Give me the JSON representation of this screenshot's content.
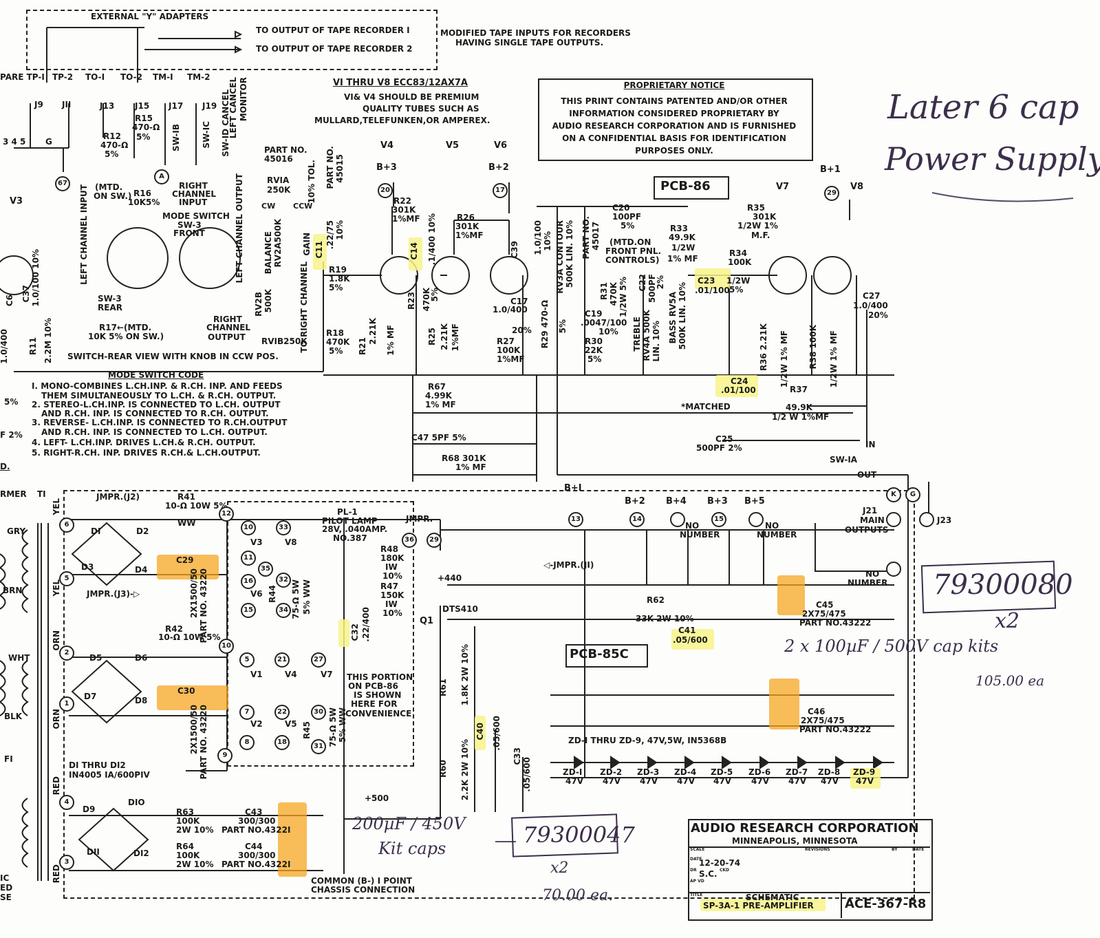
{
  "top": {
    "adapters_title": "EXTERNAL \"Y\" ADAPTERS",
    "out1": "TO OUTPUT OF TAPE RECORDER I",
    "out2": "TO OUTPUT OF TAPE RECORDER 2",
    "modified": "MODIFIED TAPE INPUTS FOR RECORDERS",
    "modified2": "HAVING SINGLE TAPE OUTPUTS."
  },
  "jacks": {
    "spare": "PARE TP-I",
    "tp2": "TP-2",
    "to1": "TO-I",
    "to2": "TO-2",
    "tm1": "TM-I",
    "tm2": "TM-2",
    "cancel": "LEFT CANCEL",
    "monitor": "MONITOR",
    "j9": "J9",
    "j11": "JII",
    "j13": "J13",
    "j15": "J15",
    "j17": "J17",
    "j19": "J19",
    "nums": "3 4 5",
    "g": "G",
    "r12": "R12",
    "r12v": "470-Ω",
    "r12t": "5%",
    "r15": "R15",
    "r15v": "470-Ω",
    "r15t": "5%",
    "sw1b": "SW-IB",
    "sw1c": "SW-IC",
    "sw1d": "SW-ID CANCEL",
    "n67": "67",
    "nA": "A"
  },
  "tubes": {
    "header": "VI THRU V8 ECC83/12AX7A",
    "premium1": "VI& V4 SHOULD BE PREMIUM",
    "premium2": "QUALITY TUBES SUCH AS",
    "premium3": "MULLARD,TELEFUNKEN,OR AMPEREX.",
    "v3": "V3",
    "v4": "V4",
    "v5": "V5",
    "v6": "V6",
    "v7": "V7",
    "v8": "V8"
  },
  "notice": {
    "title": "PROPRIETARY NOTICE",
    "body": [
      "THIS PRINT CONTAINS PATENTED AND/OR OTHER",
      "INFORMATION CONSIDERED PROPRIETARY BY",
      "AUDIO RESEARCH CORPORATION AND IS FURNISHED",
      "ON A CONFIDENTIAL BASIS FOR IDENTIFICATION",
      "PURPOSES ONLY."
    ]
  },
  "handwritten": {
    "later": "Later 6 cap",
    "power": "Power Supply",
    "part1": "79300080",
    "x2a": "x2",
    "cap_kits": "2 x 100µF / 500V cap kits",
    "price1": "105.00 ea",
    "kit_caps1": "200µF / 450V",
    "kit_caps2": "Kit caps",
    "part2": "79300047",
    "x2b": "x2",
    "price2": "70.00 ea."
  },
  "mode": {
    "mtd": "(MTD.",
    "onsw": "ON SW.)",
    "r16": "R16",
    "r16v": "10K5%",
    "right_input": "RIGHT",
    "right_input2": "CHANNEL",
    "right_input3": "INPUT",
    "mode_sw": "MODE SWITCH",
    "sw3": "SW-3",
    "front": "FRONT",
    "left_input": "LEFT CHANNEL INPUT",
    "left_output": "LEFT CHANNEL OUTPUT",
    "sw3rear": "SW-3",
    "rear": "REAR",
    "right_out": "RIGHT",
    "right_out2": "CHANNEL",
    "right_out3": "OUTPUT",
    "r17": "R17←(MTD.",
    "r17v": "10K 5%  ON SW.)",
    "rear_view": "SWITCH-REAR VIEW WITH KNOB IN CCW POS.",
    "code_title": "MODE SWITCH CODE",
    "code": [
      "I. MONO-COMBINES L.CH.INP. & R.CH. INP. AND FEEDS",
      "THEM SIMULTANEOUSLY TO L.CH. & R.CH. OUTPUT.",
      "2. STEREO-L.CH.INP. IS CONNECTED TO L.CH. OUTPUT",
      "AND R.CH. INP. IS CONNECTED TO R.CH. OUTPUT.",
      "3. REVERSE- L.CH.INP. IS CONNECTED TO R.CH.OUTPUT",
      "AND R.CH. INP. IS CONNECTED TO L.CH. OUTPUT.",
      "4. LEFT- L.CH.INP. DRIVES L.CH.& R.CH. OUTPUT.",
      "5. RIGHT-R.CH. INP. DRIVES R.CH.& L.CH.OUTPUT."
    ]
  },
  "balance": {
    "part": "PART NO.",
    "partv": "45016",
    "rv1a": "RVIA",
    "rv1av": "250K",
    "cw": "CW",
    "ccw": "CCW",
    "bal": "BALANCE",
    "rv2a": "RV2A500K",
    "rv2b": "RV2B",
    "rv2bv": "500K",
    "rv1b": "RVIB250K",
    "tol": "10% TOL.",
    "gain": "GAIN",
    "to_right": "TO RIGHT CHANNEL",
    "part2": "PART NO.",
    "part2v": "45015",
    "c11": "C11",
    "c11v": ".22/75",
    "c11t": "10%"
  },
  "stage": {
    "r19": "R19",
    "r19v": "1.8K",
    "r19t": "5%",
    "r18": "R18",
    "r18v": "470K",
    "r18t": "5%",
    "b3": "B+3",
    "n20": "20",
    "r22": "R22",
    "r22v": "301K",
    "r22t": "1%MF",
    "c14": "C14",
    "c14v": ".1/400 10%",
    "r21": "R21",
    "r21v": "2.21K",
    "r21t": "1% MF",
    "r23": "R23",
    "r23v": "470K",
    "r23t": "5%",
    "r26": "R26",
    "r26v": "301K",
    "r26t": "1%MF",
    "r25": "R25",
    "r25v": "2.21K",
    "r25t": "1%MF",
    "b2": "B+2",
    "n17": "17",
    "c39": "C39",
    "c39v": "1.0/100",
    "c39t": "10%",
    "c17": "C17",
    "c17v": "1.0/400",
    "c17t": "20%",
    "r27": "R27",
    "r27v": "100K",
    "r27t": "1%MF",
    "r67": "R67",
    "r67v": "4.99K",
    "r67t": "1% MF",
    "c47": "C47 5PF 5%",
    "r68": "R68 301K",
    "r68t": "1% MF",
    "r29": "R29 470-Ω",
    "r29t": "5%"
  },
  "tone": {
    "pcb86": "PCB-86",
    "c20": "C20",
    "c20v": "100PF",
    "c20t": "5%",
    "r33": "R33",
    "r33v": "49.9K",
    "r33t": "1/2W",
    "r33u": "1% MF",
    "mtd": "(MTD.ON",
    "front": "FRONT PNL.",
    "controls": "CONTROLS)",
    "rv3a": "RV3A CONTOUR",
    "rv3av": "500K LIN. 10%",
    "part": "PART NO.",
    "partv": "45017",
    "c19": "C19",
    "c19v": ".0047/100",
    "c19t": "10%",
    "r30": "R30",
    "r30v": "22K",
    "r30t": "5%",
    "r31": "R31",
    "r31v": "470K",
    "r31t": "1/2W 5%",
    "c22": "C22",
    "c22v": "500PF",
    "c22t": "2%",
    "treble": "TREBLE",
    "rv4a": "RV4A 500K",
    "rv4at": "LIN. 10%",
    "bass": "BASS RV5A",
    "rv5a": "500K LIN. 10%",
    "c23": "C23",
    "c23v": ".01/100",
    "r34": "R34",
    "r34v": "100K",
    "r34t": "1/2W",
    "r34u": "5%",
    "c24": "C24",
    "c24v": ".01/100",
    "matched": "*MATCHED",
    "r37": "R37",
    "r37v": "49.9K",
    "r37t": "1/2 W 1%MF",
    "c25": "C25",
    "c25v": "500PF 2%",
    "b1": "B+1",
    "n29": "29",
    "r35": "R35",
    "r35v": "301K",
    "r35t": "1/2W 1%",
    "r35u": "M.F.",
    "r36": "R36 2.21K",
    "r36t": "1/2W 1% MF",
    "r38": "R38 100K",
    "r38t": "1/2W 1% MF",
    "c27": "C27",
    "c27v": "1.0/400",
    "c27t": "20%",
    "in": "IN",
    "sw1a": "SW-IA",
    "out": "OUT"
  },
  "ps": {
    "rmer": "RMER",
    "t1": "TI",
    "yel": "YEL",
    "gry": "GRY",
    "brn": "BRN",
    "wht": "WHT",
    "blk": "BLK",
    "orn": "ORN",
    "red": "RED",
    "f1": "FI",
    "d_label": "D.",
    "jmpr_j2": "JMPR.(J2)",
    "r41": "R41",
    "r41v": "10-Ω 10W 5%",
    "r41t": "WW",
    "c29": "C29",
    "c29v": "2X1500/50",
    "c29p": "PART NO. 43220",
    "jmpr_j3": "JMPR.(J3)-▷",
    "r42": "R42",
    "r42v": "10-Ω 10W 5%",
    "c30": "C30",
    "c30v": "2X1500/50",
    "c30p": "PART NO. 43220",
    "d1_12": "DI THRU DI2",
    "d1_12b": "IN4005 IA/600PIV",
    "diodes": [
      "DI",
      "D2",
      "D3",
      "D4",
      "D5",
      "D6",
      "D7",
      "D8",
      "D9",
      "DIO",
      "DII",
      "DI2"
    ],
    "n6": "6",
    "n5": "5",
    "n2": "2",
    "n1": "1",
    "n4": "4",
    "n3": "3",
    "n12": "12",
    "n10": "10",
    "n9": "9",
    "pl1": "PL-1",
    "pilot": "PILOT LAMP",
    "pilotv": "28V, .040AMP.",
    "pilotn": "NO.387",
    "jmpr": "JMPR.",
    "n36": "36",
    "n29b": "29",
    "r48": "R48",
    "r48v": "180K",
    "r48t": "IW",
    "r48u": "10%",
    "r47": "R47",
    "r47v": "150K",
    "r47t": "IW",
    "r47u": "10%",
    "r44": "R44",
    "r44v": "75-Ω 5W",
    "r44t": "5% WW",
    "r45": "R45",
    "r45v": "75-Ω 5W",
    "r45t": "5% WW",
    "c32": "C32",
    "c32v": ".22/400",
    "heater_top": [
      "10",
      "V3",
      "11",
      "35",
      "16",
      "V6",
      "15",
      "33",
      "V8",
      "32",
      "34"
    ],
    "heater_bot": [
      "5",
      "V1",
      "7",
      "V2",
      "8",
      "21",
      "V4",
      "22",
      "V5",
      "18",
      "27",
      "V7",
      "30",
      "31"
    ],
    "portion": [
      "THIS PORTION",
      "ON PCB-86",
      "IS SHOWN",
      "HERE FOR",
      "CONVENIENCE"
    ],
    "r63": "R63",
    "r63v": "100K",
    "r63t": "2W 10%",
    "r64": "R64",
    "r64v": "100K",
    "r64t": "2W 10%",
    "c43": "C43",
    "c43v": "300/300",
    "c43p": "PART NO.4322I",
    "c44": "C44",
    "c44v": "300/300",
    "c44p": "PART NO.4322I",
    "p500": "+500",
    "p440": "+440",
    "common": "COMMON (B-) I POINT",
    "chassis": "CHASSIS CONNECTION",
    "ic": "IC",
    "ed": "ED",
    "se": "SE"
  },
  "reg": {
    "b1": "B+I",
    "b2": "B+2",
    "b4": "B+4",
    "b3": "B+3",
    "b5": "B+5",
    "n13": "13",
    "n14": "14",
    "n15": "15",
    "nonum": "NO",
    "nonum2": "NUMBER",
    "q1": "Q1",
    "dts": "DTS410",
    "jmpr_j1": "◁-JMPR.(JI)",
    "r62": "R62",
    "r62v": "33K 2W 10%",
    "c41": "C41",
    "c41v": ".05/600",
    "c45": "C45",
    "c45v": "2X75/475",
    "c45p": "PART NO.43222",
    "pcb85": "PCB-85C",
    "r61": "R61",
    "r61v": "1.8K 2W 10%",
    "r60": "R60",
    "r60v": "2.2K 2W 10%",
    "c40": "C40",
    "c40v": ".05/600",
    "c33": "C33",
    "c33v": ".05/600",
    "c46": "C46",
    "c46v": "2X75/475",
    "c46p": "PART NO.43222",
    "zd_title": "ZD-I THRU ZD-9, 47V,5W, IN5368B",
    "zd": [
      "ZD-I",
      "ZD-2",
      "ZD-3",
      "ZD-4",
      "ZD-5",
      "ZD-6",
      "ZD-7",
      "ZD-8",
      "ZD-9"
    ],
    "zv": "47V",
    "j21": "J21",
    "main": "MAIN",
    "outputs": "OUTPUTS",
    "j23": "J23",
    "k": "K",
    "g": "G"
  },
  "title_block": {
    "company": "AUDIO RESEARCH CORPORATION",
    "city": "MINNEAPOLIS, MINNESOTA",
    "scale": "SCALE",
    "revisions": "REVISIONS",
    "by": "BY",
    "date_h": "DATE",
    "date_l": "DATE",
    "date": "12-20-74",
    "dr_l": "DR",
    "dr": "S.C.",
    "ckd": "CKD",
    "apvd": "AP VD",
    "title_l": "TITLE",
    "schematic": "SCHEMATIC",
    "model": "SP-3A-1 PRE-AMPLIFIER",
    "number": "ACE-367-R8"
  },
  "left_edge": {
    "c6": "C6",
    "c37": "C37",
    "c37v": "1.0/100 10%",
    "c6v": "1.0/400",
    "r11": "R11",
    "r11v": "2.2M 10%",
    "pct": "5%",
    "f2": "F 2%"
  }
}
